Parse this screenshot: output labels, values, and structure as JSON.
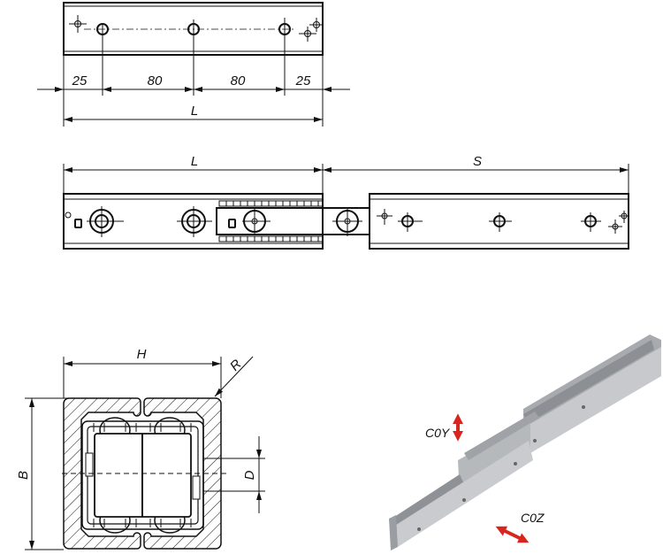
{
  "top_view": {
    "dim_1": "25",
    "dim_2": "80",
    "dim_3": "80",
    "dim_4": "25",
    "length_label": "L"
  },
  "extended_view": {
    "length_label": "L",
    "stroke_label": "S"
  },
  "cross_section": {
    "height_label": "H",
    "width_label": "B",
    "radius_label": "R",
    "hole_label": "D"
  },
  "isometric": {
    "load_y_label": "C0Y",
    "load_z_label": "C0Z",
    "arrow_color": "#d8251d",
    "rail_color": "#b9bcc0"
  }
}
